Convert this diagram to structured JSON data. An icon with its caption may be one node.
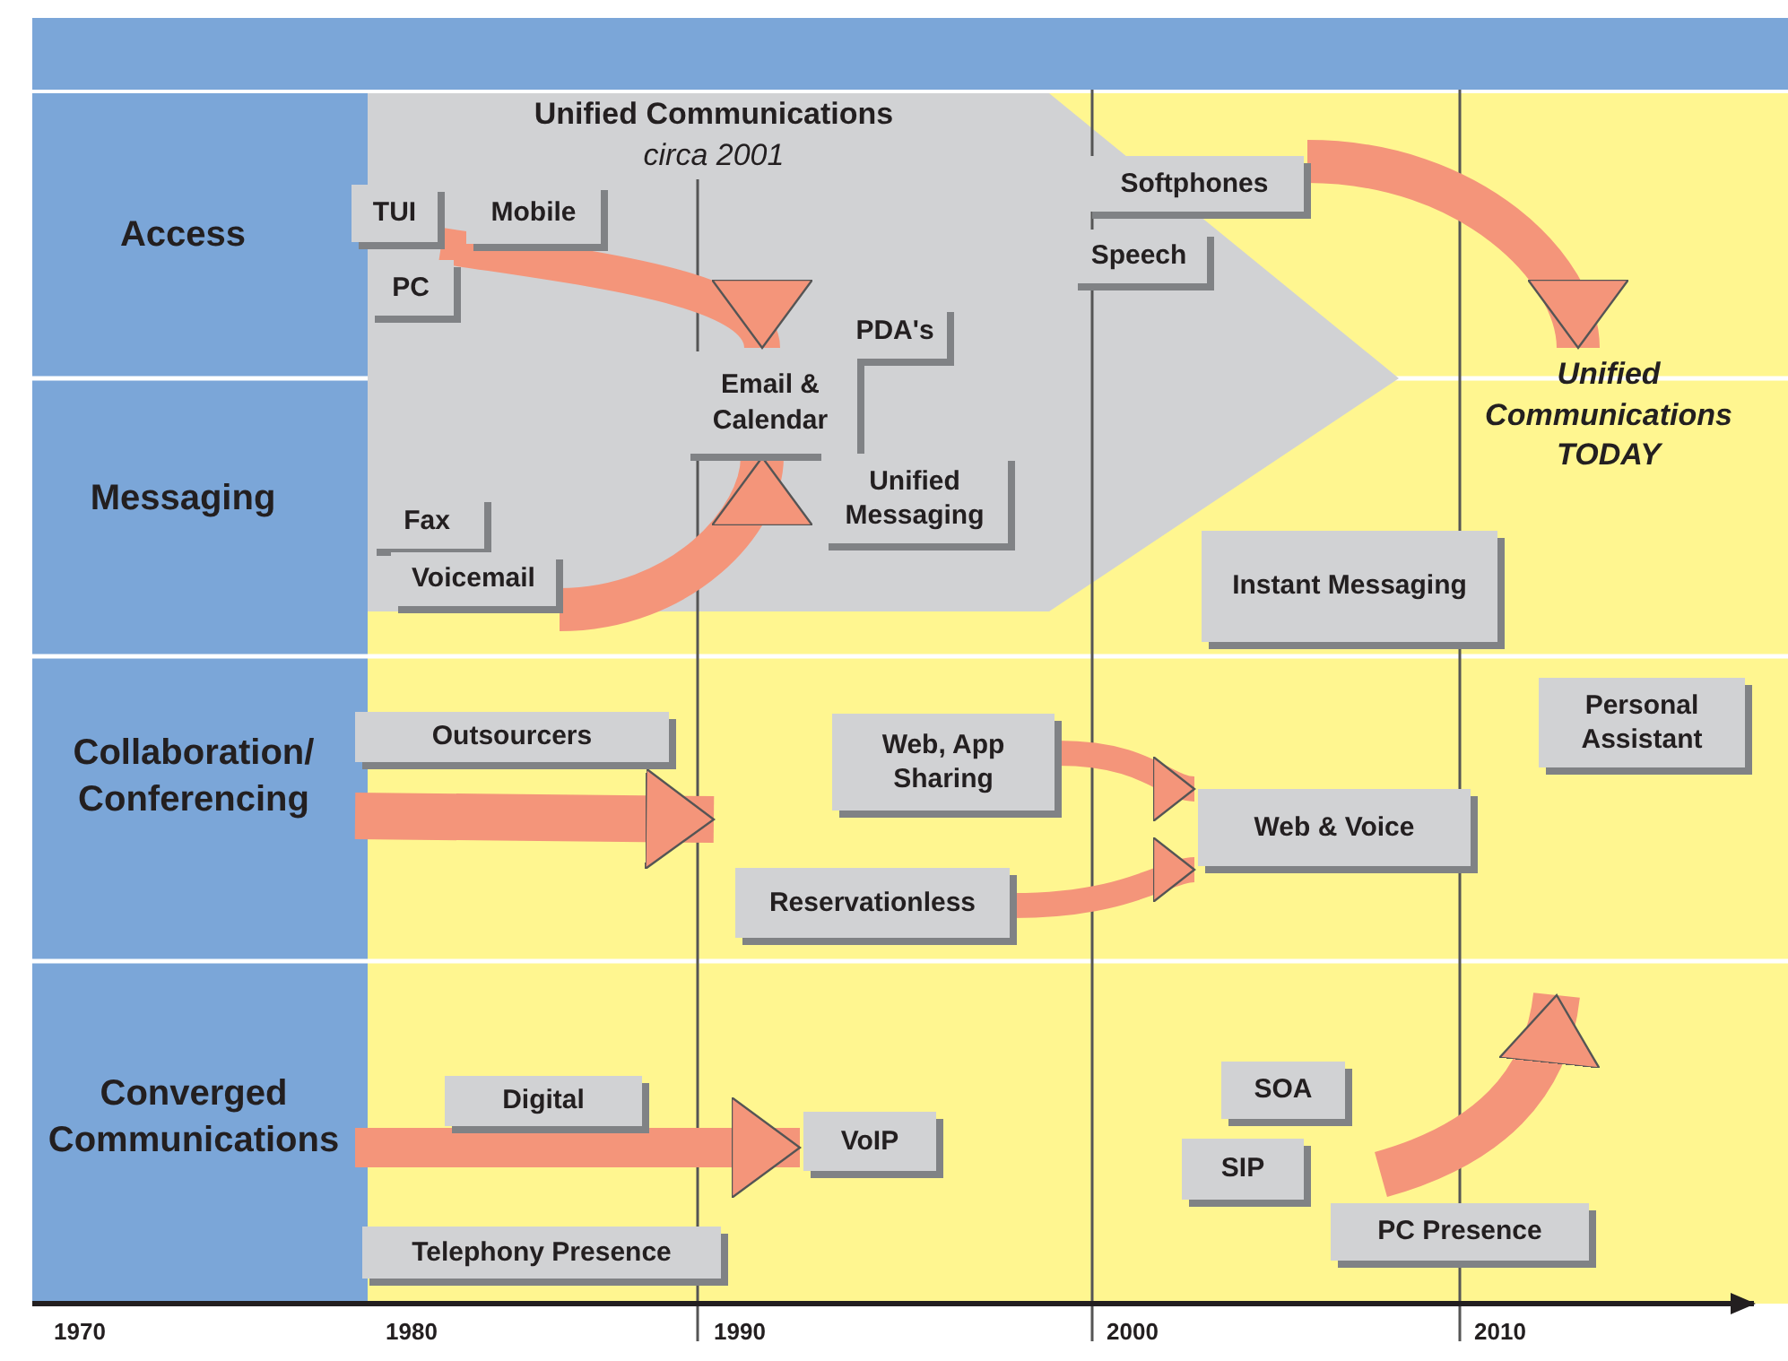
{
  "diagram": {
    "nodes": [
      {
        "text": [
          "Unified Communications",
          "circa 2001"
        ]
      },
      {
        "text": [
          "TUI"
        ]
      },
      {
        "text": [
          "Mobile"
        ],
        "in": 0
      },
      {
        "text": [
          "PC"
        ],
        "in": 0
      },
      {
        "text": [
          "PDA's"
        ],
        "in": 0
      },
      {
        "text": [
          "Email & Calendar"
        ],
        "in": 0
      },
      {
        "text": [
          "Fax"
        ],
        "in": 0
      },
      {
        "text": [
          "Voicemail"
        ],
        "in": 0
      },
      {
        "text": [
          "Unified Messaging"
        ],
        "in": 0
      },
      {
        "text": [
          "Softphones"
        ]
      },
      {
        "text": [
          "Speech"
        ],
        "in": 0
      },
      {
        "text": [
          "Unified Communications TODAY"
        ]
      },
      {
        "text": [
          "Instant Messaging"
        ]
      },
      {
        "text": [
          "Personal Assistant"
        ]
      },
      {
        "text": [
          "Outsourcers"
        ]
      },
      {
        "text": [
          "Web, App Sharing"
        ]
      },
      {
        "text": [
          "Web & Voice"
        ]
      },
      {
        "text": [
          "Reservationless"
        ]
      },
      {
        "text": [
          "Digital"
        ]
      },
      {
        "text": [
          "VoIP"
        ]
      },
      {
        "text": [
          "SOA"
        ]
      },
      {
        "text": [
          "SIP"
        ]
      },
      {
        "text": [
          "Telephony Presence"
        ]
      },
      {
        "text": [
          "PC Presence"
        ]
      }
    ],
    "edges": [
      {
        "from": 1,
        "to": 5,
        "arrow": "to"
      },
      {
        "from": 7,
        "to": 5,
        "arrow": "to"
      },
      {
        "from": null,
        "to": 19,
        "arrow": "to"
      },
      {
        "from": 9,
        "to": 11,
        "arrow": "to"
      },
      {
        "from": 15,
        "to": 16,
        "arrow": "to"
      },
      {
        "from": 17,
        "to": 16,
        "arrow": "to"
      }
    ],
    "labels": [
      "Access",
      "Messaging",
      "Collaboration/ Conferencing",
      "Converged Communications",
      "1970",
      "1980",
      "1990",
      "2000",
      "2010"
    ]
  }
}
